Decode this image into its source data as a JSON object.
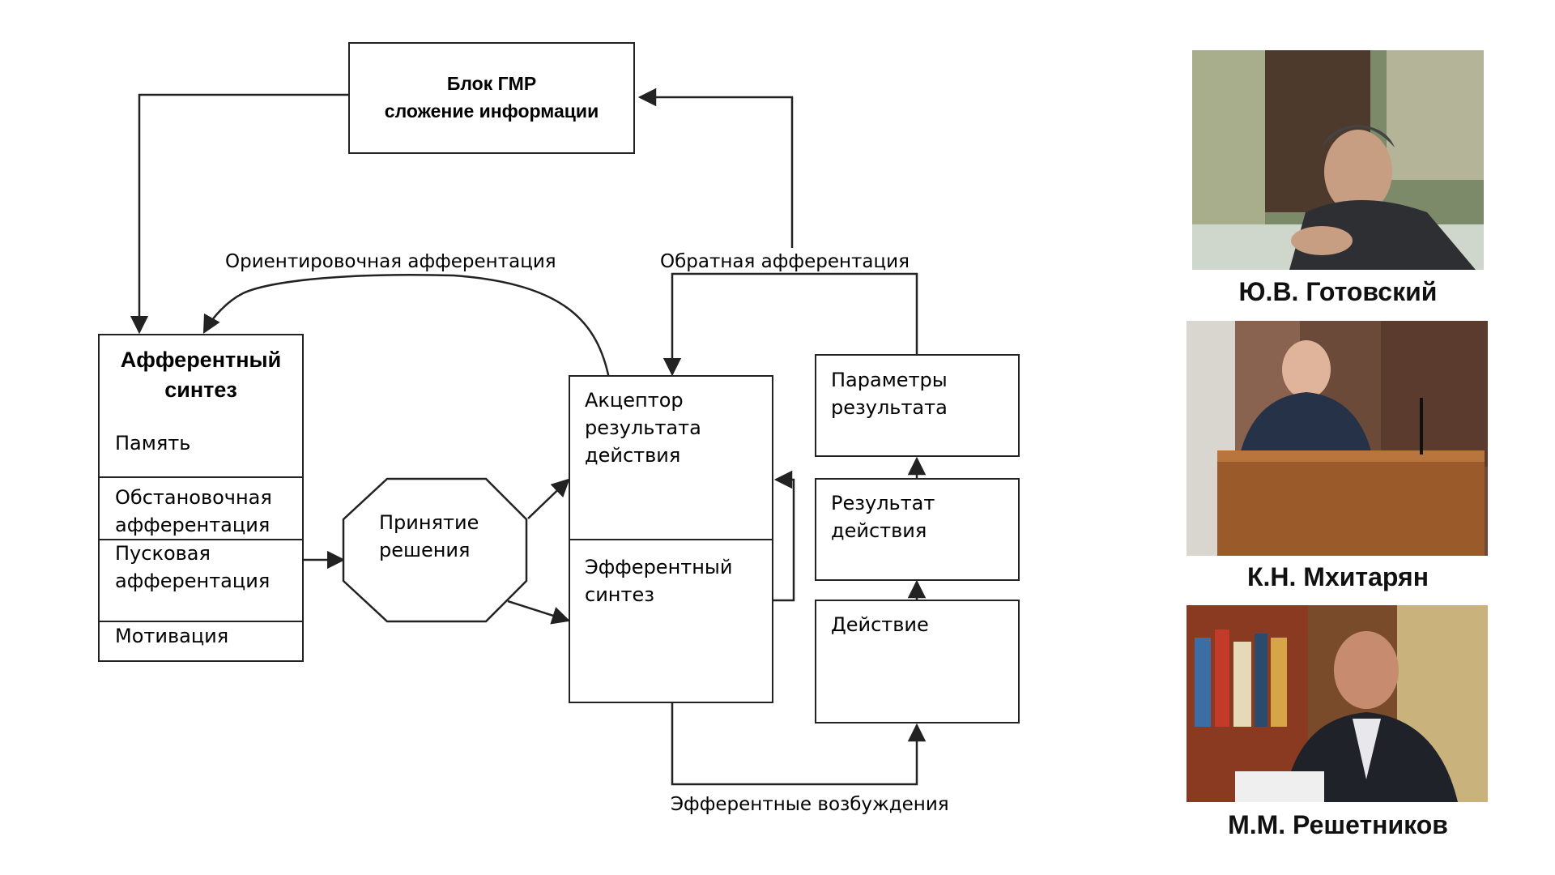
{
  "diagram": {
    "gmr_block": "Блок ГМР\nсложение информации",
    "afferent_synthesis": {
      "title": "Афферентный\nсинтез",
      "memory": "Память",
      "situational": "Обстановочная\nафферентация",
      "trigger": "Пусковая\nафферентация",
      "motivation": "Мотивация"
    },
    "decision": "Принятие\nрешения",
    "acceptor": "Акцептор\nрезультата\nдействия",
    "efferent_synthesis": "Эфферентный\nсинтез",
    "result_params": "Параметры\nрезультата",
    "action_result": "Результат\nдействия",
    "action": "Действие",
    "labels": {
      "orienting": "Ориентировочная афферентация",
      "feedback": "Обратная афферентация",
      "efferent_excitations": "Эфферентные возбуждения"
    }
  },
  "portraits": [
    {
      "name": "Ю.В. Готовский"
    },
    {
      "name": "К.Н. Мхитарян"
    },
    {
      "name": "М.М. Решетников"
    }
  ],
  "colors": {
    "line": "#222222",
    "text": "#000000"
  }
}
